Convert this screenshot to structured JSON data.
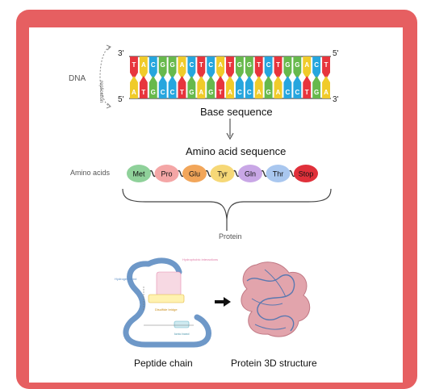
{
  "colors": {
    "frame": "#e65f61",
    "A": "#f0cb2a",
    "T": "#e7353d",
    "C": "#26a6de",
    "G": "#67b94c",
    "met": "#8fd19a",
    "pro": "#f4a6a6",
    "glu": "#f2a65a",
    "tyr": "#f6d877",
    "gln": "#c9a7e6",
    "thr": "#a9c7ef",
    "stop": "#e0303a",
    "peptide": "#6e98c8",
    "protein": "#d58a94"
  },
  "dna": {
    "label": "DNA",
    "replication_label": "replication",
    "top_strand": [
      "T",
      "A",
      "C",
      "G",
      "G",
      "A",
      "C",
      "T",
      "C",
      "A",
      "T",
      "G",
      "G",
      "T",
      "C",
      "T",
      "G",
      "G",
      "A",
      "C",
      "T"
    ],
    "bottom_strand": [
      "A",
      "T",
      "G",
      "C",
      "C",
      "T",
      "G",
      "A",
      "G",
      "T",
      "A",
      "C",
      "C",
      "A",
      "G",
      "A",
      "C",
      "C",
      "T",
      "G",
      "A"
    ],
    "top_left_end": "3'",
    "top_right_end": "5'",
    "bottom_left_end": "5'",
    "bottom_right_end": "3'"
  },
  "base_sequence_label": "Base sequence",
  "amino_acid_sequence_label": "Amino acid sequence",
  "amino_acids_label": "Amino acids",
  "amino_acids": [
    "Met",
    "Pro",
    "Glu",
    "Tyr",
    "Gln",
    "Thr",
    "Stop"
  ],
  "protein_label": "Protein",
  "peptide": {
    "hydrophobic_label": "Hydrophobic interactions",
    "hydrogen_bond_label": "Hydrogen bond",
    "disulfide_label": "Disulfide bridge",
    "ionic_bond_label": "Ionic bond",
    "caption": "Peptide chain"
  },
  "protein_3d_caption": "Protein 3D structure"
}
